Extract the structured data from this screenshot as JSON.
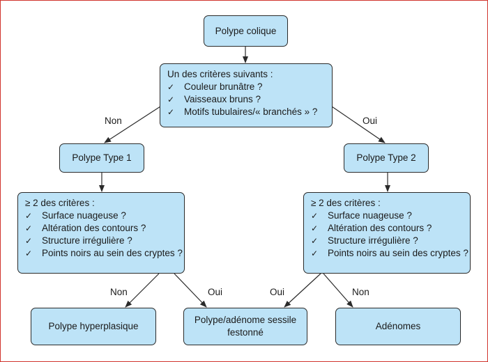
{
  "nodes": {
    "root": "Polype colique",
    "criteria_top": {
      "heading": "Un des critères suivants :",
      "items": [
        "Couleur brunâtre ?",
        "Vaisseaux bruns ?",
        "Motifs tubulaires/« branchés » ?"
      ]
    },
    "type1": "Polype Type 1",
    "type2": "Polype Type 2",
    "criteria_left": {
      "heading": "≥ 2 des critères :",
      "items": [
        "Surface nuageuse ?",
        "Altération des contours ?",
        "Structure irrégulière ?",
        "Points noirs au sein des cryptes ?"
      ]
    },
    "criteria_right": {
      "heading": "≥ 2 des critères :",
      "items": [
        "Surface nuageuse ?",
        "Altération des contours ?",
        "Structure irrégulière ?",
        "Points noirs au sein des cryptes ?"
      ]
    },
    "hyperplastic": "Polype hyperplasique",
    "sessile": "Polype/adénome sessile festonné",
    "adenomas": "Adénomes"
  },
  "check_glyph": "✓",
  "edge_labels": {
    "top_left": "Non",
    "top_right": "Oui",
    "left_no": "Non",
    "left_yes": "Oui",
    "right_yes": "Oui",
    "right_no": "Non"
  },
  "colors": {
    "box_fill": "#bde3f7",
    "box_border": "#2a2a2a",
    "frame_border": "#d0342c"
  }
}
